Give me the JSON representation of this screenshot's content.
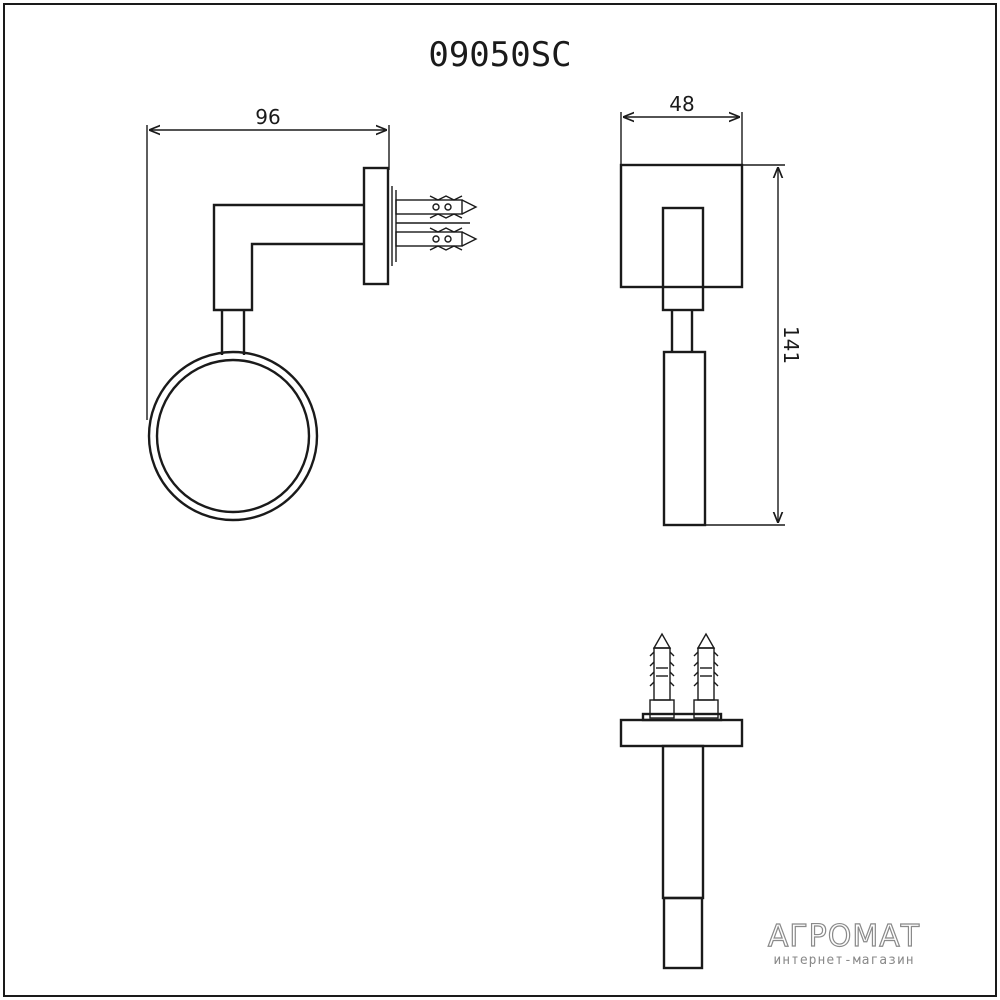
{
  "drawing": {
    "model_code": "09050SC",
    "dimensions": {
      "width_side_view": "96",
      "width_front_view": "48",
      "height_front_view": "141"
    }
  },
  "watermark": {
    "brand": "АГРОМАТ",
    "tagline": "интернет-магазин"
  },
  "colors": {
    "line": "#1a1a1a",
    "background": "#ffffff",
    "watermark": "#8a8a8a"
  }
}
